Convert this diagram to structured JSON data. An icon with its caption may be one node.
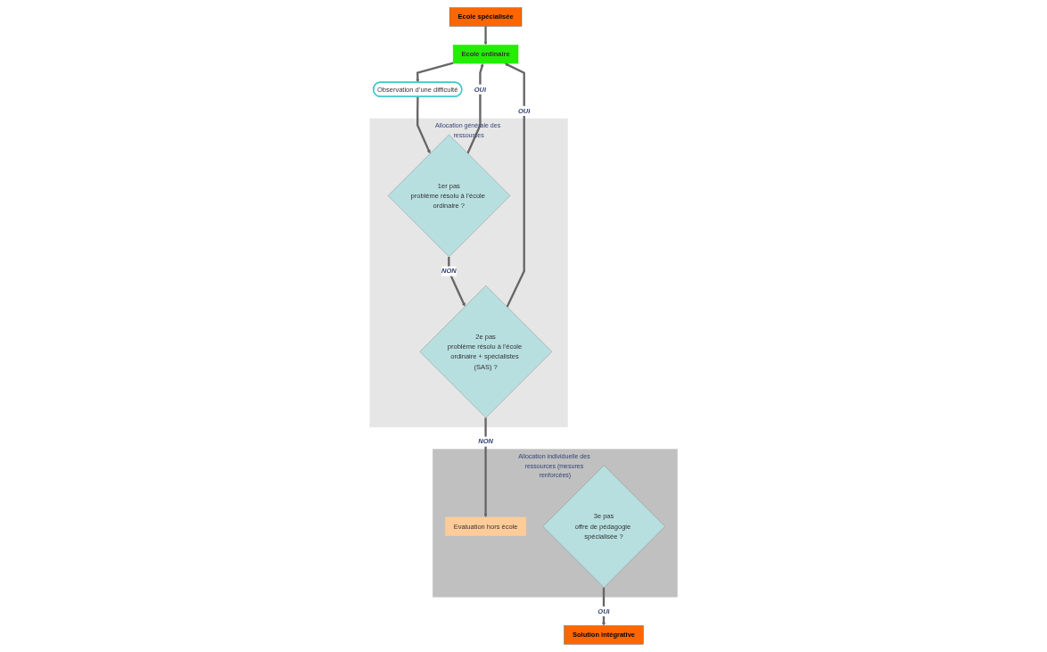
{
  "diagram": {
    "nodes": [
      {
        "text": [
          "Ecole ordinaire"
        ]
      },
      {
        "text": [
          "Observation d’une difficulté"
        ]
      },
      {
        "text": [
          "Allocation générale des ressources"
        ]
      },
      {
        "text": [
          "1er pas",
          "problème résolu à l’école ordinaire ?"
        ],
        "in": 2
      },
      {
        "text": [
          "2e pas",
          "problème résolu à l’école ordinaire + spécialistes (SAS) ?"
        ],
        "in": 2
      },
      {
        "text": [
          "Allocation individuelle des ressources (mesures renforcées)"
        ]
      },
      {
        "text": [
          "Evaluation hors école"
        ],
        "in": 5
      },
      {
        "text": [
          "3e pas",
          "offre de pédagogie spécialisée ?"
        ],
        "in": 5
      },
      {
        "text": [
          "Ecole spécialisée"
        ]
      },
      {
        "text": [
          "Solution intégrative"
        ]
      }
    ],
    "edges": [
      {
        "from": 0,
        "to": 1,
        "arrow": "to"
      },
      {
        "from": 1,
        "to": 3,
        "arrow": "to"
      },
      {
        "from": 3,
        "to": 0,
        "arrow": "to",
        "label": "OUI"
      },
      {
        "from": 3,
        "to": 4,
        "arrow": "to",
        "label": "NON"
      },
      {
        "from": 4,
        "to": 0,
        "arrow": "to",
        "label": "OUI"
      },
      {
        "from": 4,
        "to": 6,
        "arrow": "to",
        "label": "NON"
      },
      {
        "from": 7,
        "to": 9,
        "arrow": "to",
        "label": "OUI"
      },
      {
        "from": 8,
        "to": 0,
        "arrow": "to"
      }
    ]
  }
}
